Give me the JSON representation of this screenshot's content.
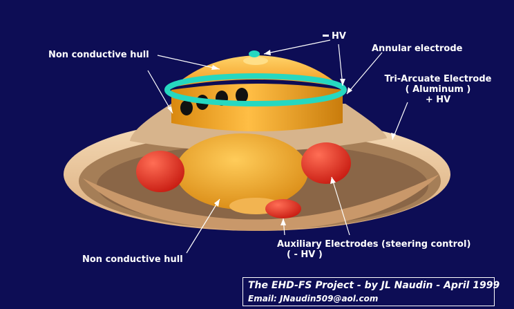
{
  "colors": {
    "background": "#0d0d55",
    "hull": "#f4a326",
    "outer_disc": "#e8c49a",
    "annular_electrode": "#26d8c0",
    "auxiliary_electrodes": "#e02a1e",
    "label_text": "#ffffff"
  },
  "labels": {
    "minus_hv": "HV",
    "annular_electrode": "Annular electrode",
    "non_conductive_hull_top": "Non conductive hull",
    "tri_arcuate_line1": "Tri-Arcuate Electrode",
    "tri_arcuate_line2": "( Aluminum )",
    "tri_arcuate_line3": "+ HV",
    "auxiliary_line1": "Auxiliary Electrodes (steering control)",
    "auxiliary_line2": "(  -  HV )",
    "non_conductive_hull_bottom": "Non conductive hull"
  },
  "caption": {
    "title": "The EHD-FS Project - by JL Naudin - April 1999",
    "email": "Email: JNaudin509@aol.com"
  }
}
